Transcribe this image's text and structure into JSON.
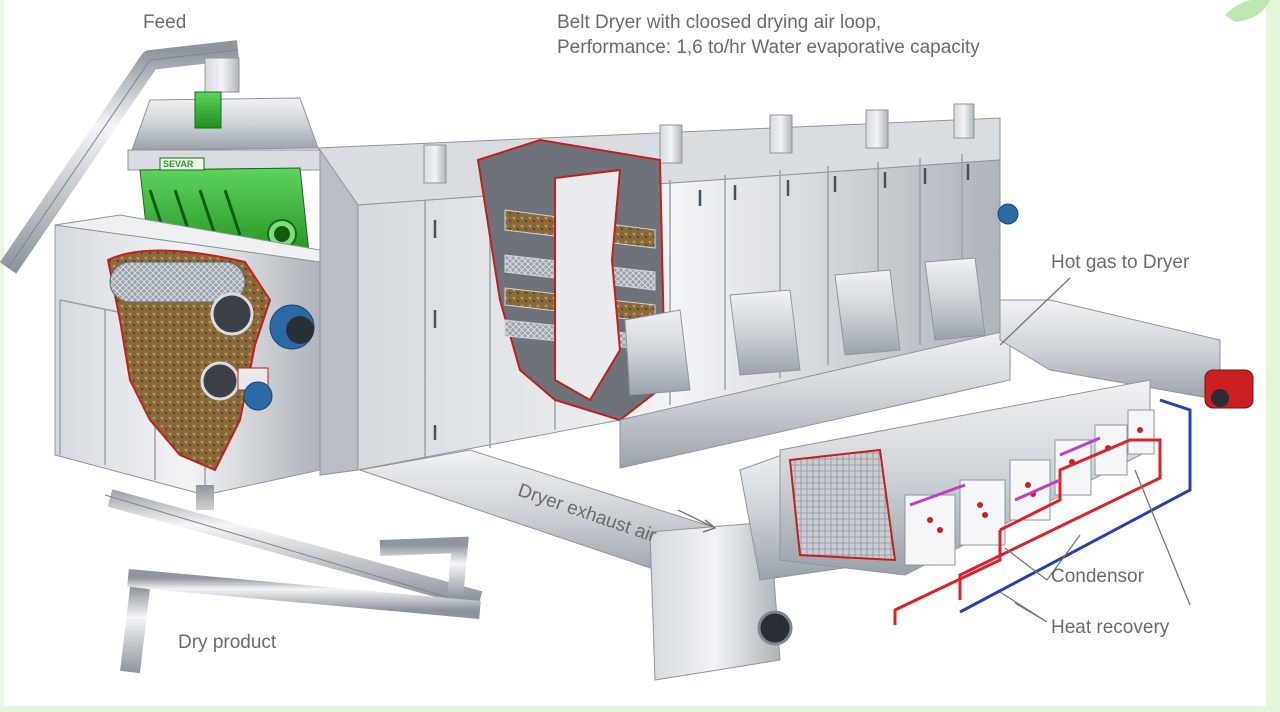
{
  "title": {
    "line1": "Belt Dryer with cloosed drying air loop,",
    "line2": "Performance: 1,6 to/hr Water evaporative capacity"
  },
  "labels": {
    "feed": "Feed",
    "hot_gas": "Hot gas to Dryer",
    "dryer_exhaust": "Dryer exhaust air",
    "condensor": "Condensor",
    "heat_recovery": "Heat recovery",
    "dry_product": "Dry product"
  },
  "logo": {
    "text": "SEVAR"
  },
  "colors": {
    "steel_light": "#e3e6ea",
    "steel_mid": "#c2c7cd",
    "steel_dark": "#8f969e",
    "feeder_green": "#2eb82e",
    "burner_red": "#cc1f1f",
    "pipe_red": "#d9242b",
    "pipe_blue": "#2a3fb5",
    "pipe_magenta": "#c23fbf",
    "motor_blue": "#2b6aa6",
    "product_brown": "#8a6a3a",
    "leader_line": "#777777"
  }
}
